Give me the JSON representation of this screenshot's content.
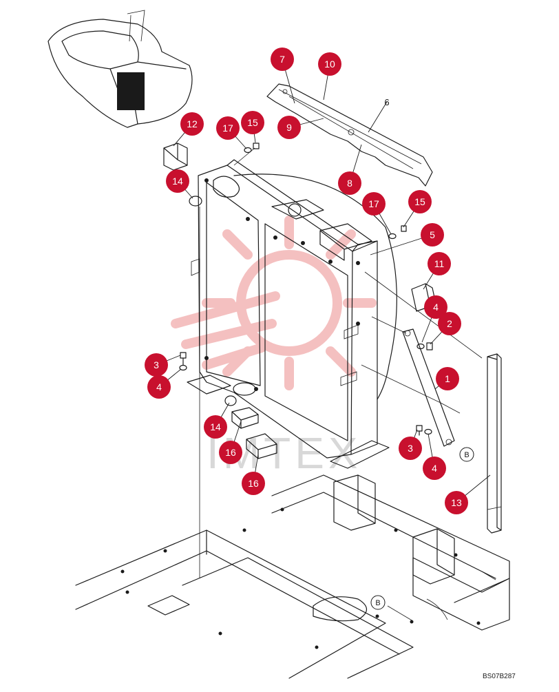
{
  "diagram": {
    "drawing_code": "BS07B287",
    "watermark_text": "IMTEX",
    "balloon_color": "#c8102e",
    "callouts": [
      {
        "label": "7"
      },
      {
        "label": "10"
      },
      {
        "label": "6"
      },
      {
        "label": "9"
      },
      {
        "label": "8"
      },
      {
        "label": "12"
      },
      {
        "label": "17"
      },
      {
        "label": "15"
      },
      {
        "label": "14"
      },
      {
        "label": "17"
      },
      {
        "label": "15"
      },
      {
        "label": "5"
      },
      {
        "label": "11"
      },
      {
        "label": "4"
      },
      {
        "label": "2"
      },
      {
        "label": "1"
      },
      {
        "label": "3"
      },
      {
        "label": "4"
      },
      {
        "label": "14"
      },
      {
        "label": "16"
      },
      {
        "label": "16"
      },
      {
        "label": "3"
      },
      {
        "label": "4"
      },
      {
        "label": "13"
      }
    ],
    "refs": [
      {
        "label": "B"
      },
      {
        "label": "B"
      }
    ]
  }
}
